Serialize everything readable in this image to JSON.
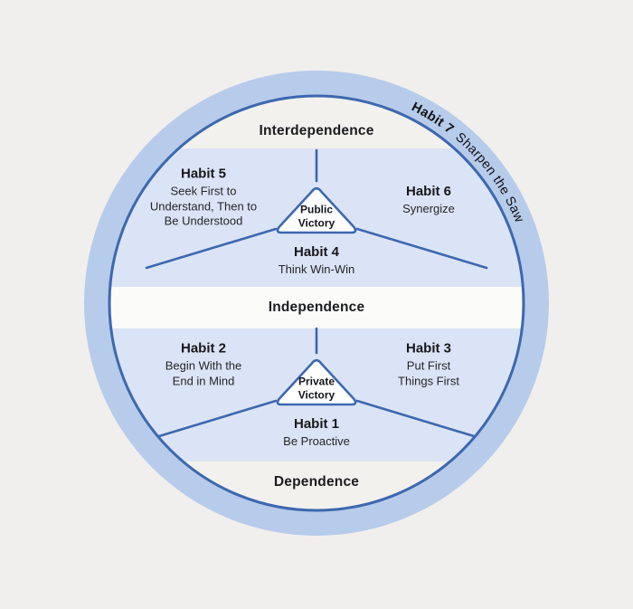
{
  "colors": {
    "page_background": "#f1efed",
    "outer_ring": "#b7cbea",
    "circle_border": "#3c68af",
    "victory_band": "#dbe4f6",
    "independence_band": "#fbfbfa",
    "inner_fill": "#f3f1ee",
    "text": "#1b1c1f"
  },
  "ring_label": {
    "habit": "Habit 7",
    "name": "Sharpen the Saw"
  },
  "stages": {
    "top": "Interdependence",
    "middle": "Independence",
    "bottom": "Dependence"
  },
  "victories": {
    "public": "Public\nVictory",
    "private": "Private\nVictory"
  },
  "habits": [
    {
      "id": "habit-5",
      "title": "Habit 5",
      "desc": "Seek First to\nUnderstand, Then to\nBe Understood"
    },
    {
      "id": "habit-6",
      "title": "Habit 6",
      "desc": "Synergize"
    },
    {
      "id": "habit-4",
      "title": "Habit 4",
      "desc": "Think Win-Win"
    },
    {
      "id": "habit-2",
      "title": "Habit 2",
      "desc": "Begin With the\nEnd in Mind"
    },
    {
      "id": "habit-3",
      "title": "Habit 3",
      "desc": "Put First\nThings First"
    },
    {
      "id": "habit-1",
      "title": "Habit 1",
      "desc": "Be Proactive"
    }
  ]
}
